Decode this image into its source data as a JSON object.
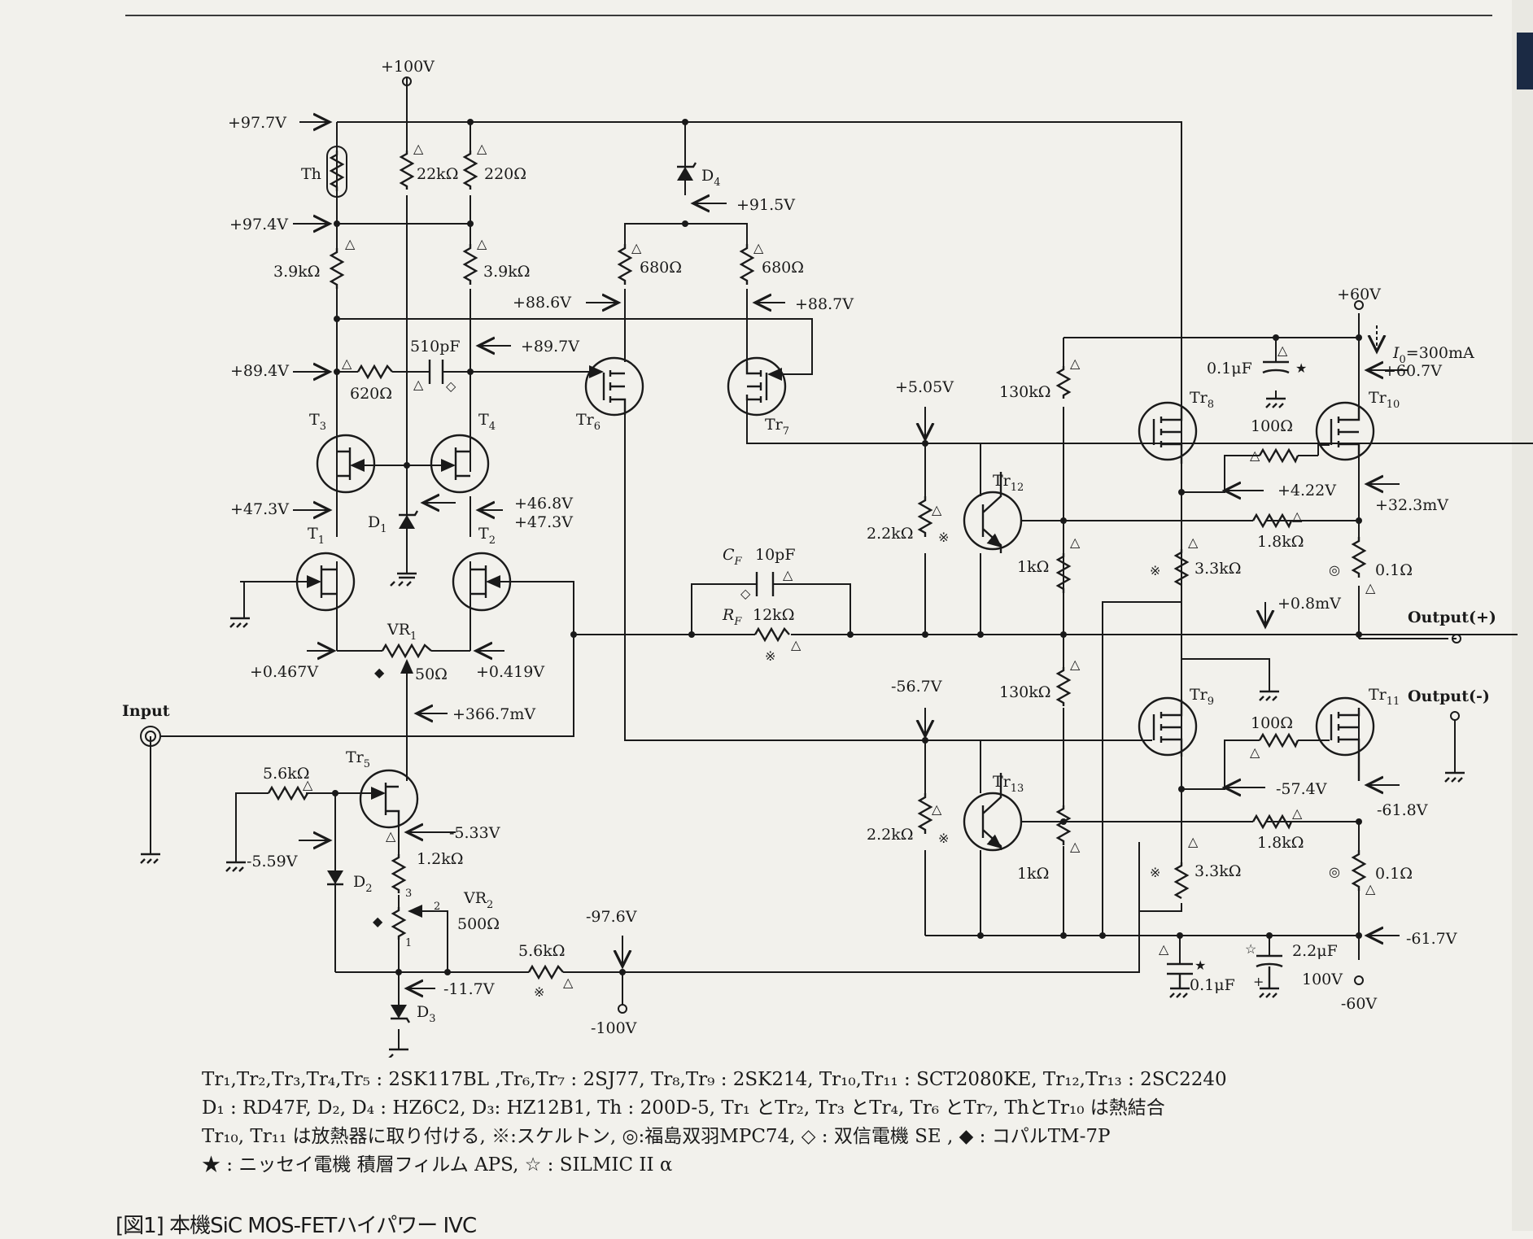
{
  "supplies": {
    "pos100": "+100V",
    "neg100": "-100V",
    "pos60": "+60V",
    "neg60": "-60V",
    "neg976": "-97.6V"
  },
  "voltages": {
    "v977": "+97.7V",
    "v974": "+97.4V",
    "v894": "+89.4V",
    "v897": "+89.7V",
    "v915": "+91.5V",
    "v886": "+88.6V",
    "v887": "+88.7V",
    "v473a": "+47.3V",
    "v468": "+46.8V",
    "v473b": "+47.3V",
    "v0467": "+0.467V",
    "v0419": "+0.419V",
    "v3667": "+366.7mV",
    "v533": "-5.33V",
    "v559": "-5.59V",
    "v117": "-11.7V",
    "v505": "+5.05V",
    "v567": "-56.7V",
    "v607": "+60.7V",
    "v422": "+4.22V",
    "v323": "+32.3mV",
    "v08": "+0.8mV",
    "v574": "-57.4V",
    "v618": "-61.8V",
    "v617": "-61.7V"
  },
  "idle_current": {
    "symbol": "I",
    "subscript": "0",
    "value": "=300mA"
  },
  "components": {
    "th": "Th",
    "r22k": "22kΩ",
    "r220": "220Ω",
    "d4": "D",
    "d4sub": "4",
    "r39k_l": "3.9kΩ",
    "r39k_r": "3.9kΩ",
    "r680_l": "680Ω",
    "r680_r": "680Ω",
    "c510": "510pF",
    "r620": "620Ω",
    "t3": "T",
    "t3sub": "3",
    "t4": "T",
    "t4sub": "4",
    "t1": "T",
    "t1sub": "1",
    "t2": "T",
    "t2sub": "2",
    "d1": "D",
    "d1sub": "1",
    "vr1": "VR",
    "vr1sub": "1",
    "vr1val": "50Ω",
    "tr6": "Tr",
    "tr6sub": "6",
    "tr7": "Tr",
    "tr7sub": "7",
    "tr5": "Tr",
    "tr5sub": "5",
    "r56k_a": "5.6kΩ",
    "r12k": "1.2kΩ",
    "d2": "D",
    "d2sub": "2",
    "vr2": "VR",
    "vr2sub": "2",
    "vr2val": "500Ω",
    "pin3": "3",
    "pin2": "2",
    "pin1": "1",
    "r56k_b": "5.6kΩ",
    "d3": "D",
    "d3sub": "3",
    "cf": "C",
    "cfsub": "F",
    "cfval": "10pF",
    "rf": "R",
    "rfsub": "F",
    "rfval": "12kΩ",
    "r22k_a": "2.2kΩ",
    "r22k_b": "2.2kΩ",
    "tr12": "Tr",
    "tr12sub": "12",
    "tr13": "Tr",
    "tr13sub": "13",
    "r130k_a": "130kΩ",
    "r130k_b": "130kΩ",
    "r1k_a": "1kΩ",
    "r1k_b": "1kΩ",
    "tr8": "Tr",
    "tr8sub": "8",
    "tr9": "Tr",
    "tr9sub": "9",
    "tr10": "Tr",
    "tr10sub": "10",
    "tr11": "Tr",
    "tr11sub": "11",
    "r33k_a": "3.3kΩ",
    "r33k_b": "3.3kΩ",
    "r100_a": "100Ω",
    "r100_b": "100Ω",
    "r18k_a": "1.8kΩ",
    "r18k_b": "1.8kΩ",
    "r01_a": "0.1Ω",
    "r01_b": "0.1Ω",
    "c01_a": "0.1μF",
    "c01_b": "0.1μF",
    "c22": "2.2μF",
    "c22v": "100V"
  },
  "io": {
    "input": "Input",
    "out_pos": "Output(+)",
    "out_neg": "Output(-)"
  },
  "marks": {
    "triangle": "△",
    "kome": "※",
    "double_circle": "◎",
    "diamond": "◇",
    "black_diamond": "◆",
    "black_star": "★",
    "white_star": "☆",
    "plus": "+"
  },
  "parts_list": {
    "line1": "Tr₁,Tr₂,Tr₃,Tr₄,Tr₅ : 2SK117BL ,Tr₆,Tr₇ : 2SJ77, Tr₈,Tr₉ : 2SK214, Tr₁₀,Tr₁₁ : SCT2080KE, Tr₁₂,Tr₁₃ : 2SC2240",
    "line2": "D₁ : RD47F, D₂, D₄ : HZ6C2, D₃: HZ12B1, Th : 200D-5, Tr₁ とTr₂, Tr₃ とTr₄, Tr₆ とTr₇, ThとTr₁₀ は熱結合",
    "line3": "Tr₁₀, Tr₁₁ は放熱器に取り付ける, ※:スケルトン, ◎:福島双羽MPC74, ◇ : 双信電機 SE , ◆ : コパルTM-7P",
    "line4": "★ : ニッセイ電機 積層フィルム APS, ☆ : SILMIC II α"
  },
  "caption": "[図1] 本機SiC MOS-FETハイパワー IVC"
}
